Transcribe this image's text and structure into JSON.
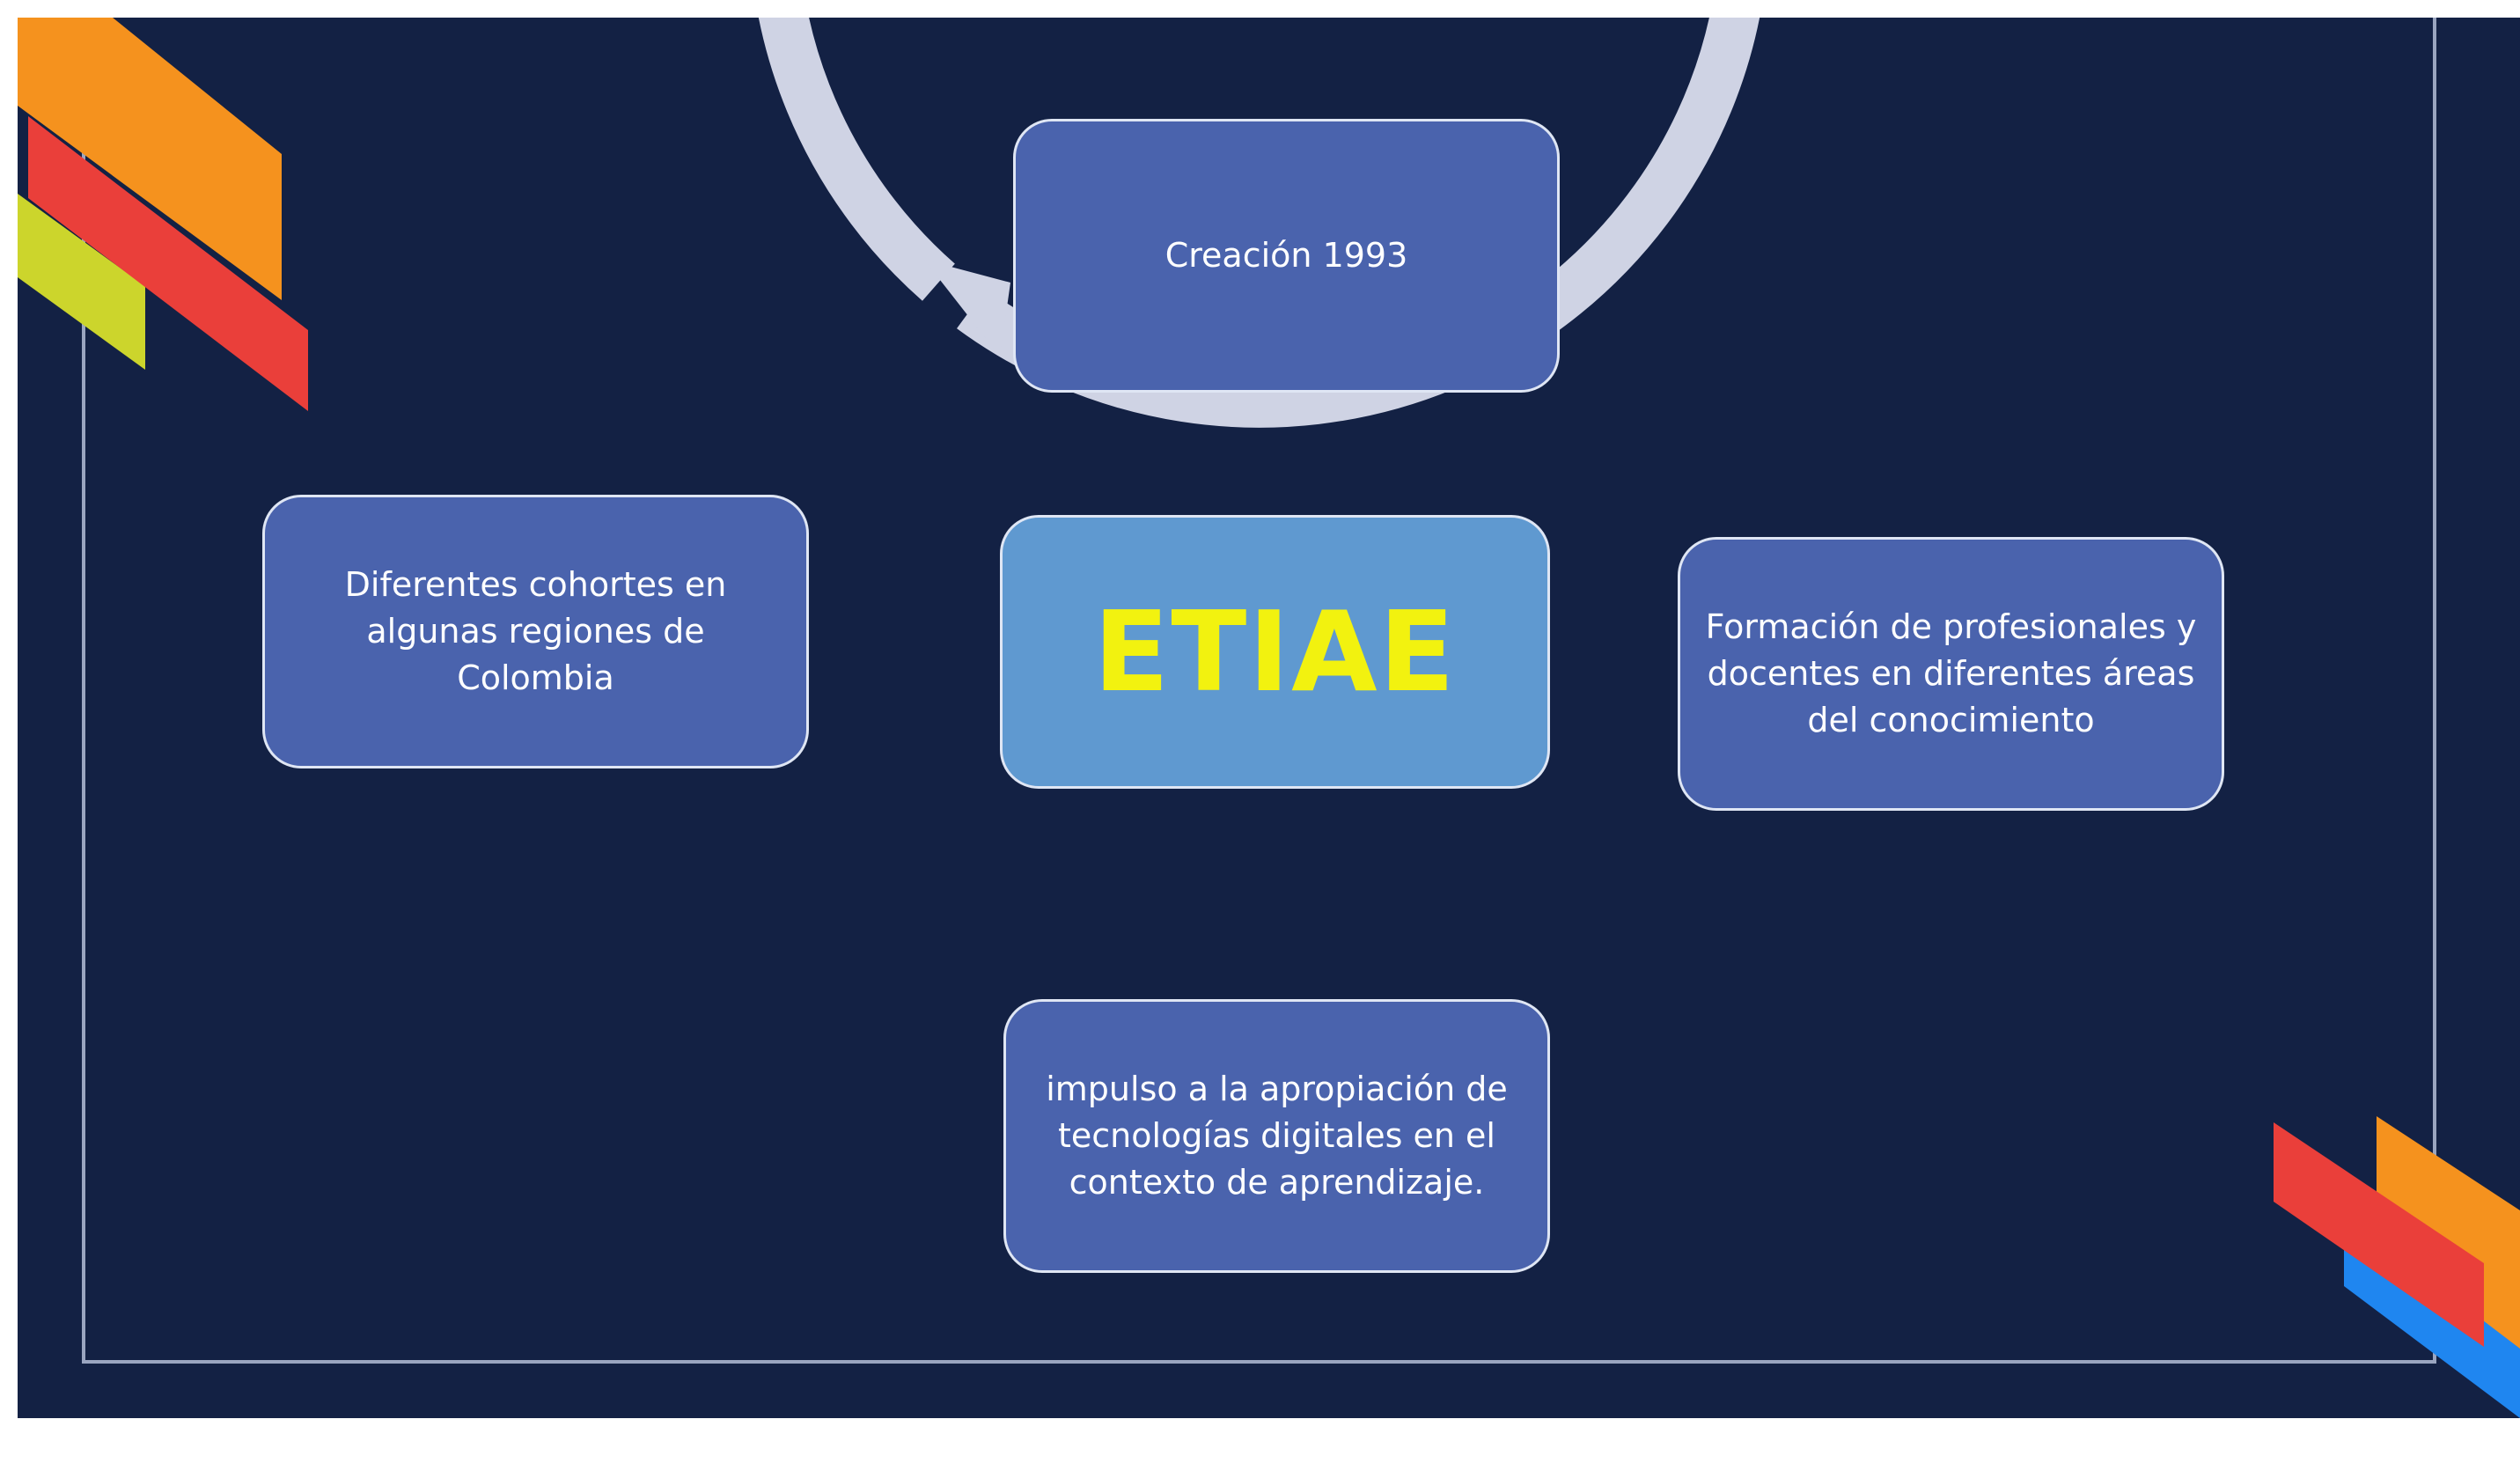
{
  "diagram": {
    "center": {
      "label": "ETIAE"
    },
    "nodes": {
      "top": {
        "label": "Creación 1993"
      },
      "right": {
        "label": "Formación de profesionales y docentes en diferentes áreas del conocimiento"
      },
      "bottom": {
        "label": "impulso a la apropiación de tecnologías digitales en el contexto de aprendizaje."
      },
      "left": {
        "label": "Diferentes cohortes en algunas regiones de Colombia"
      }
    }
  },
  "colors": {
    "background": "#132144",
    "node_fill": "#4a63ad",
    "center_fill": "#5f99d0",
    "center_text": "#f2f20f",
    "node_border": "#dfe6f4",
    "cycle_ring": "#cfd3e4",
    "accent_orange": "#f5921e",
    "accent_red": "#ea3f3a",
    "accent_lime": "#ccd52c",
    "accent_blue": "#1f86f0",
    "frame_line": "#9aa5c0"
  },
  "icons": {
    "cycle": "circular-arrow-ring",
    "decoration_top_left": "diagonal-stripes",
    "decoration_bottom_right": "diagonal-stripes"
  }
}
